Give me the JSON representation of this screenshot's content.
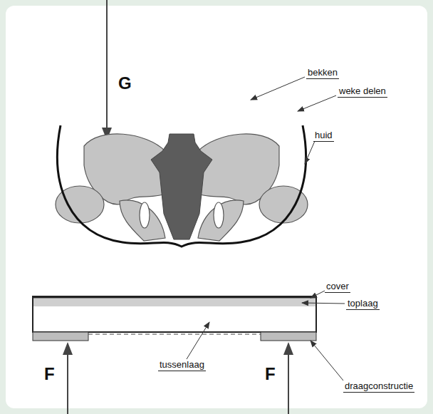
{
  "diagram": {
    "labels": [
      "G",
      "bekken",
      "weke delen",
      "huid",
      "cover",
      "toplaag",
      "tussenlaag",
      "F",
      "F",
      "draagconstructie"
    ]
  }
}
